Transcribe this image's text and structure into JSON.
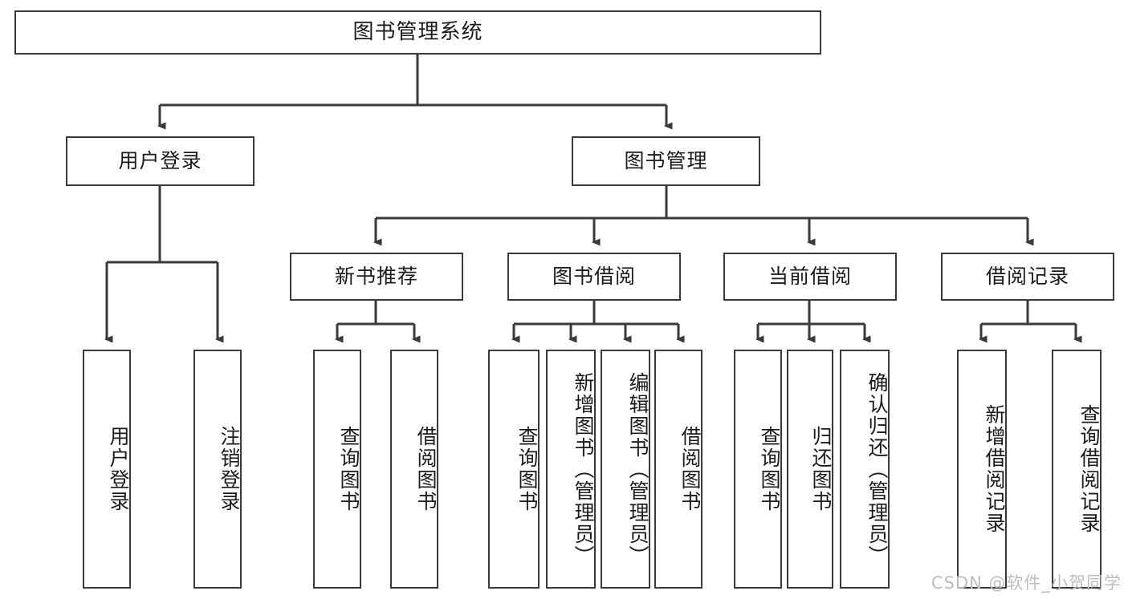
{
  "diagram": {
    "type": "tree-hierarchy-flowchart",
    "title": "图书管理系统",
    "watermark": "CSDN @软件_小贺同学",
    "colors": {
      "node_border": "#3a3a3a",
      "node_fill": "#ffffff",
      "edge": "#3a3a3a",
      "text": "#1b1b1b",
      "watermark": "#bdbdbd",
      "background": "#ffffff"
    },
    "nodes": {
      "root": {
        "label": "图书管理系统"
      },
      "level2": [
        {
          "id": "user-login",
          "label": "用户登录"
        },
        {
          "id": "book-management",
          "label": "图书管理"
        }
      ],
      "level3": [
        {
          "id": "new-book-recommend",
          "label": "新书推荐"
        },
        {
          "id": "book-borrow",
          "label": "图书借阅"
        },
        {
          "id": "current-borrow",
          "label": "当前借阅"
        },
        {
          "id": "borrow-record",
          "label": "借阅记录"
        }
      ],
      "leaves": {
        "user-login": [
          {
            "id": "leaf-user-login",
            "label": "用户登录"
          },
          {
            "id": "leaf-logout-login",
            "label": "注销登录"
          }
        ],
        "new-book-recommend": [
          {
            "id": "leaf-query-book-1",
            "label": "查询图书"
          },
          {
            "id": "leaf-borrow-book-1",
            "label": "借阅图书"
          }
        ],
        "book-borrow": [
          {
            "id": "leaf-query-book-2",
            "label": "查询图书"
          },
          {
            "id": "leaf-add-book-admin",
            "label": "新增图书（管理员）"
          },
          {
            "id": "leaf-edit-book-admin",
            "label": "编辑图书（管理员）"
          },
          {
            "id": "leaf-borrow-book-2",
            "label": "借阅图书"
          }
        ],
        "current-borrow": [
          {
            "id": "leaf-query-book-3",
            "label": "查询图书"
          },
          {
            "id": "leaf-return-book",
            "label": "归还图书"
          },
          {
            "id": "leaf-confirm-return-admin",
            "label": "确认归还（管理员）"
          }
        ],
        "borrow-record": [
          {
            "id": "leaf-add-borrow-record",
            "label": "新增借阅记录"
          },
          {
            "id": "leaf-query-borrow-record",
            "label": "查询借阅记录"
          }
        ]
      }
    }
  }
}
